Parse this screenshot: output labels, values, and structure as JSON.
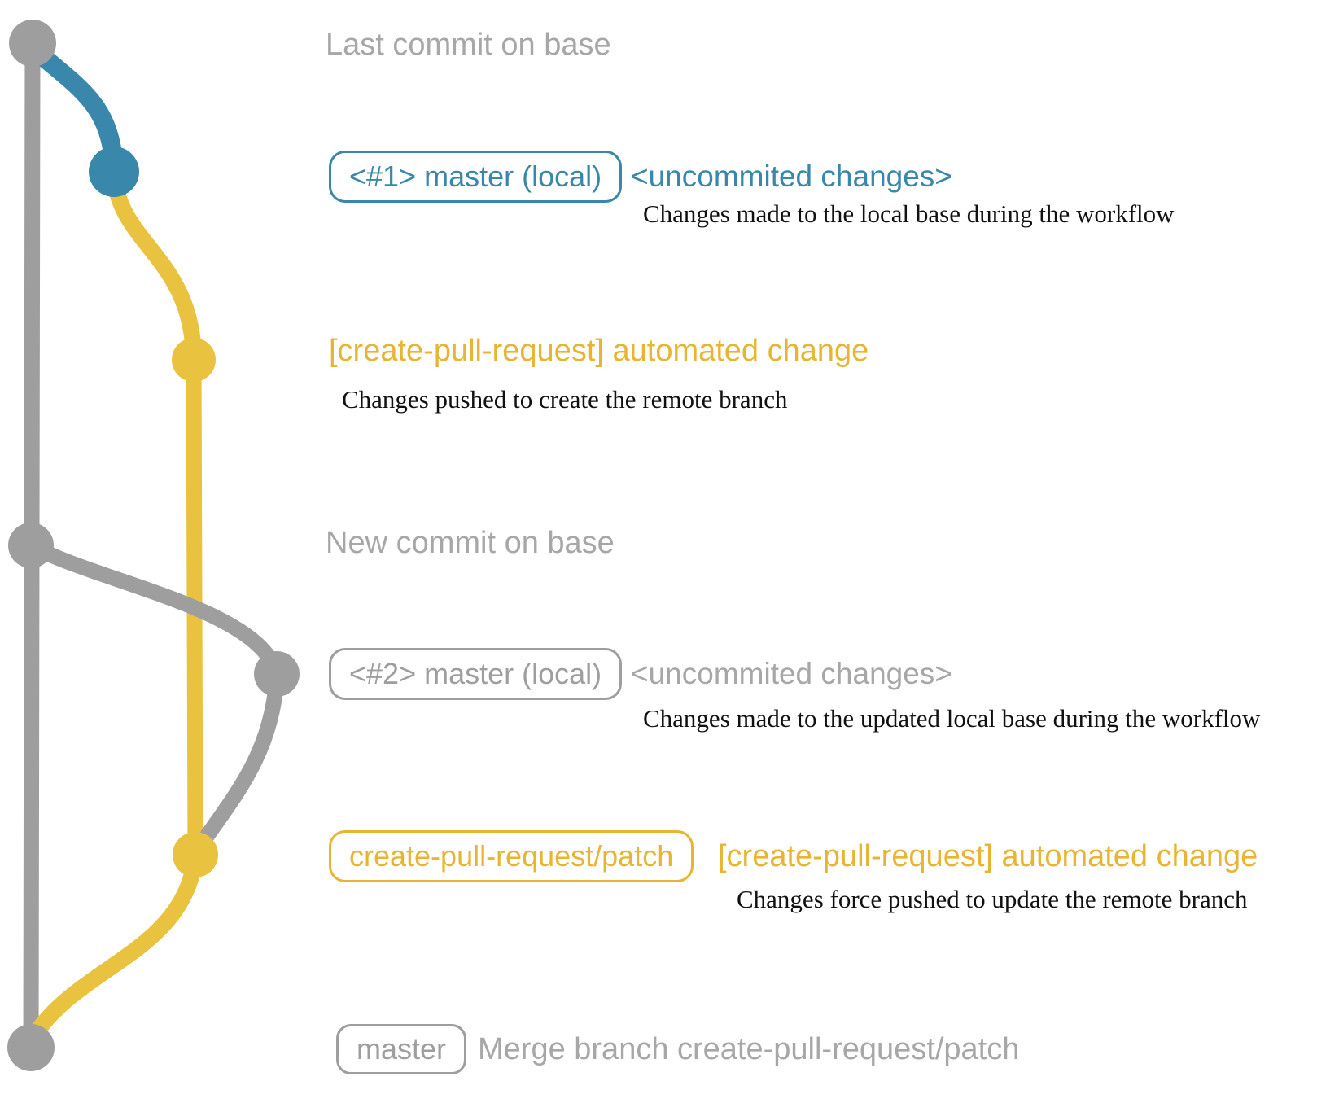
{
  "diagram_title": "create-pull-request workflow git graph",
  "colors": {
    "base_branch_gray": "#9e9e9e",
    "note_text_gray": "#a7a7a7",
    "local_branch_blue": "#3a87ac",
    "patch_branch_yellow": "#e9c23f",
    "yellow_label_text": "#e8b532",
    "description_black": "#111111"
  },
  "rows": {
    "last_commit": {
      "note": "Last commit on base"
    },
    "commit1": {
      "badge": "<#1> master (local)",
      "message": "<uncommited changes>",
      "description": "Changes made to the local base during the workflow"
    },
    "push1": {
      "message": "[create-pull-request] automated change",
      "description": "Changes pushed to create the remote branch"
    },
    "new_commit": {
      "note": "New commit on base"
    },
    "commit2": {
      "badge": "<#2> master (local)",
      "message": "<uncommited changes>",
      "description": "Changes made to the updated local base during the workflow"
    },
    "push2": {
      "badge": "create-pull-request/patch",
      "message": "[create-pull-request] automated change",
      "description": "Changes force pushed to update the remote branch"
    },
    "merge": {
      "badge": "master",
      "message": "Merge branch create-pull-request/patch"
    }
  }
}
